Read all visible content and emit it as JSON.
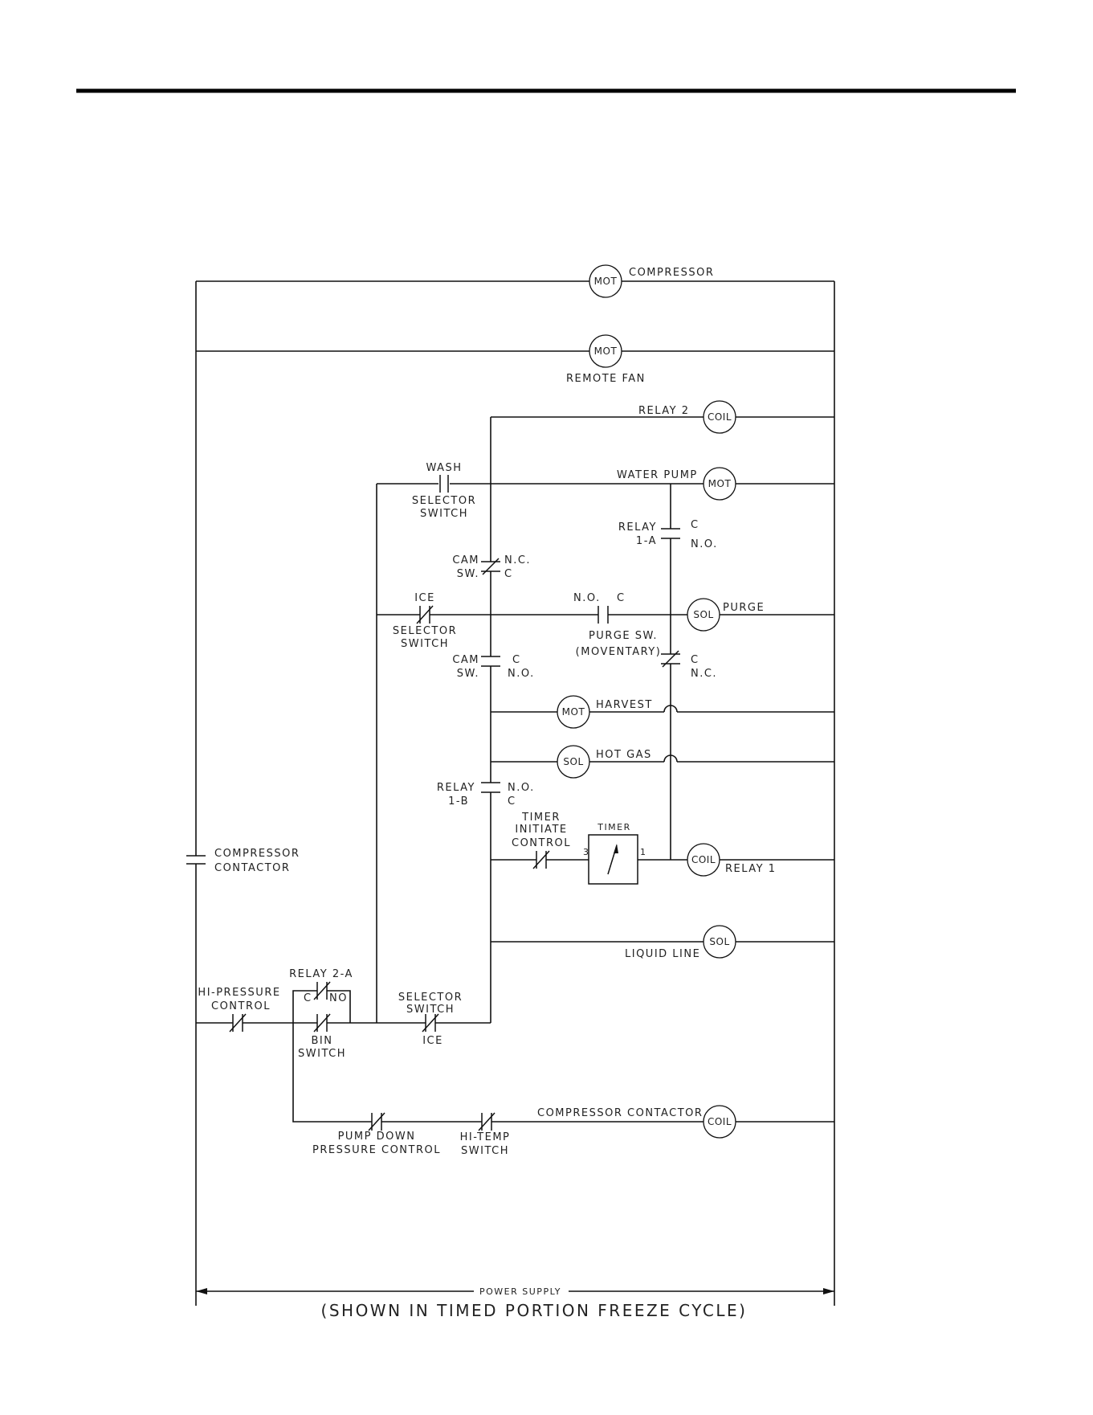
{
  "diagram": {
    "caption": "(SHOWN IN TIMED PORTION FREEZE CYCLE)",
    "power_supply": "POWER SUPPLY",
    "symbols": {
      "mot": "MOT",
      "coil": "COIL",
      "sol": "SOL"
    },
    "loads": {
      "compressor": "COMPRESSOR",
      "remote_fan": "REMOTE FAN",
      "relay_2": "RELAY 2",
      "water_pump": "WATER PUMP",
      "purge": "PURGE",
      "harvest": "HARVEST",
      "hot_gas": "HOT GAS",
      "relay_1": "RELAY 1",
      "liquid_line": "LIQUID LINE",
      "compressor_contactor_coil": "COMPRESSOR CONTACTOR"
    },
    "timer": {
      "title": "TIMER",
      "pin_3": "3",
      "pin_1": "1"
    },
    "switches": {
      "wash": "WASH",
      "selector_switch_line1": "SELECTOR",
      "selector_switch_line2": "SWITCH",
      "ice": "ICE",
      "cam_line1": "CAM",
      "cam_line2": "SW.",
      "nc": "N.C.",
      "no": "N.O.",
      "c": "C",
      "relay_1a_line1": "RELAY",
      "relay_1a_line2": "1-A",
      "relay_1b_line1": "RELAY",
      "relay_1b_line2": "1-B",
      "purge_sw_line1": "PURGE SW.",
      "purge_sw_line2": "(MOVENTARY)",
      "timer_initiate_line1": "TIMER",
      "timer_initiate_line2": "INITIATE",
      "timer_initiate_line3": "CONTROL",
      "compressor_contactor_line1": "COMPRESSOR",
      "compressor_contactor_line2": "CONTACTOR",
      "hi_pressure_line1": "HI-PRESSURE",
      "hi_pressure_line2": "CONTROL",
      "relay_2a": "RELAY 2-A",
      "relay_2a_c": "C",
      "relay_2a_no": "NO",
      "bin_line1": "BIN",
      "bin_line2": "SWITCH",
      "pump_down_line1": "PUMP DOWN",
      "pump_down_line2": "PRESSURE CONTROL",
      "hi_temp_line1": "HI-TEMP",
      "hi_temp_line2": "SWITCH"
    }
  }
}
